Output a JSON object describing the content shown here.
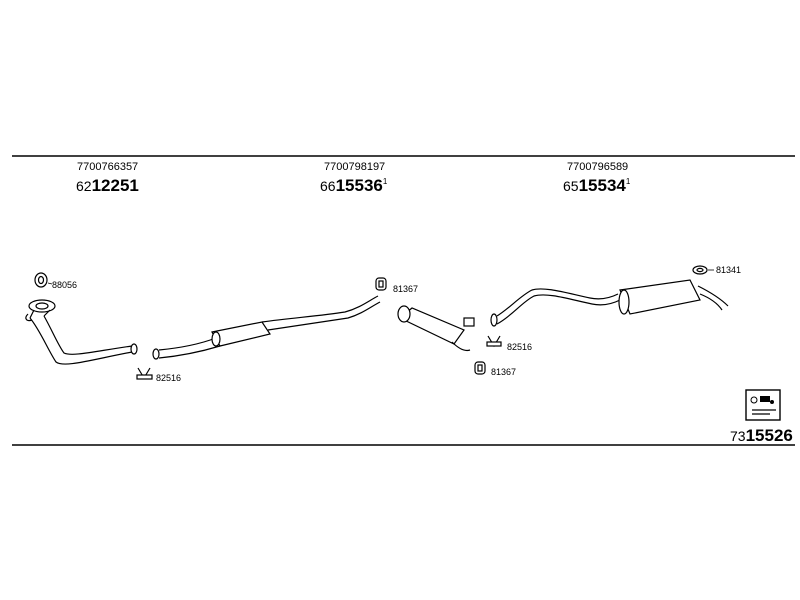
{
  "columns": [
    {
      "oe": "7700766357",
      "prefix": "62",
      "number": "12251",
      "sup": ""
    },
    {
      "oe": "7700798197",
      "prefix": "66",
      "number": "15536",
      "sup": "1"
    },
    {
      "oe": "7700796589",
      "prefix": "65",
      "number": "15534",
      "sup": "1"
    }
  ],
  "callouts": {
    "gasket": "88056",
    "clamp_left": "82516",
    "hanger_top": "81367",
    "clamp_right": "82516",
    "hanger_bottom": "81367",
    "ring_right": "81341"
  },
  "kit": {
    "prefix": "73",
    "number": "15526"
  },
  "icons": {
    "kit": "mounting-kit-icon",
    "gasket": "gasket-icon",
    "clamp": "clamp-icon",
    "hanger": "rubber-hanger-icon",
    "ring": "rubber-ring-icon"
  }
}
